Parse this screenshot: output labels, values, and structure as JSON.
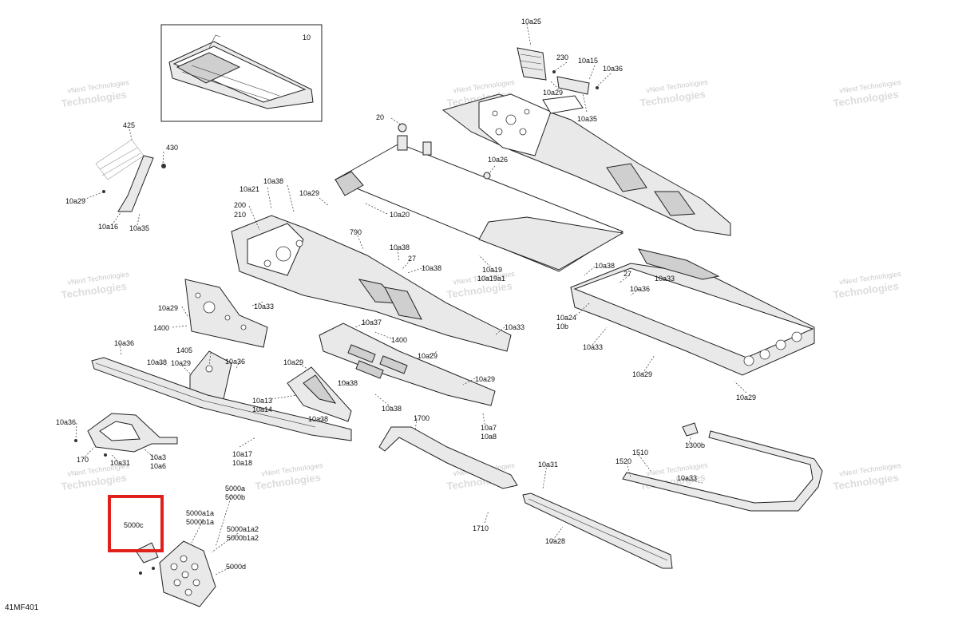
{
  "diagram": {
    "reference_code": "41MF401",
    "watermark_line1": "vNext Technologies",
    "watermark_line2": "Technologies",
    "highlight_color": "#e0201b",
    "labels": {
      "l10": "10",
      "l10a25": "10a25",
      "l230": "230",
      "l10a15": "10a15",
      "l10a36_top": "10a36",
      "l10a29_top": "10a29",
      "l10a35_top": "10a35",
      "l425": "425",
      "l430": "430",
      "l10a29_left": "10a29",
      "l10a16": "10a16",
      "l10a35_left": "10a35",
      "l20": "20",
      "l10a26": "10a26",
      "l10a21": "10a21",
      "l10a38_a": "10a38",
      "l10a29_mid": "10a29",
      "l200": "200",
      "l210": "210",
      "l10a20": "10a20",
      "l790": "790",
      "l10a38_b": "10a38",
      "l27_a": "27",
      "l10a38_c": "10a38",
      "l10a33_a": "10a33",
      "l10a29_b": "10a29",
      "l1400_a": "1400",
      "l10a19": "10a19",
      "l10a19a1": "10a19a1",
      "l10a38_d": "10a38",
      "l27_b": "27",
      "l10a36_b": "10a36",
      "l10a33_b": "10a33",
      "l10a24": "10a24",
      "l10b": "10b",
      "l10a33_c": "10a33",
      "l10a29_c": "10a29",
      "l10a29_d": "10a29",
      "l10a37": "10a37",
      "l1400_b": "1400",
      "l10a33_d": "10a33",
      "l1405": "1405",
      "l10a36_c": "10a36",
      "l10a29_e": "10a29",
      "l10a36_d": "10a36",
      "l10a38_e": "10a38",
      "l10a29_f": "10a29",
      "l10a29_g": "10a29",
      "l10a38_f": "10a38",
      "l10a29_h": "10a29",
      "l10a13": "10a13",
      "l10a14": "10a14",
      "l10a38_g": "10a38",
      "l10a38_h": "10a38",
      "l10a7": "10a7",
      "l10a8": "10a8",
      "l1700": "1700",
      "l10a36_e": "10a36",
      "l170": "170",
      "l10a31_a": "10a31",
      "l10a3": "10a3",
      "l10a6": "10a6",
      "l10a17": "10a17",
      "l10a18": "10a18",
      "l10a31_b": "10a31",
      "l1300b": "1300b",
      "l1510": "1510",
      "l1520": "1520",
      "l10a33_e": "10a33",
      "l5000a": "5000a",
      "l5000b": "5000b",
      "l5000a1a": "5000a1a",
      "l5000b1a": "5000b1a",
      "l5000c": "5000c",
      "l5000a1a2": "5000a1a2",
      "l5000b1a2": "5000b1a2",
      "l5000d": "5000d",
      "l1710": "1710",
      "l10a28": "10a28"
    }
  }
}
